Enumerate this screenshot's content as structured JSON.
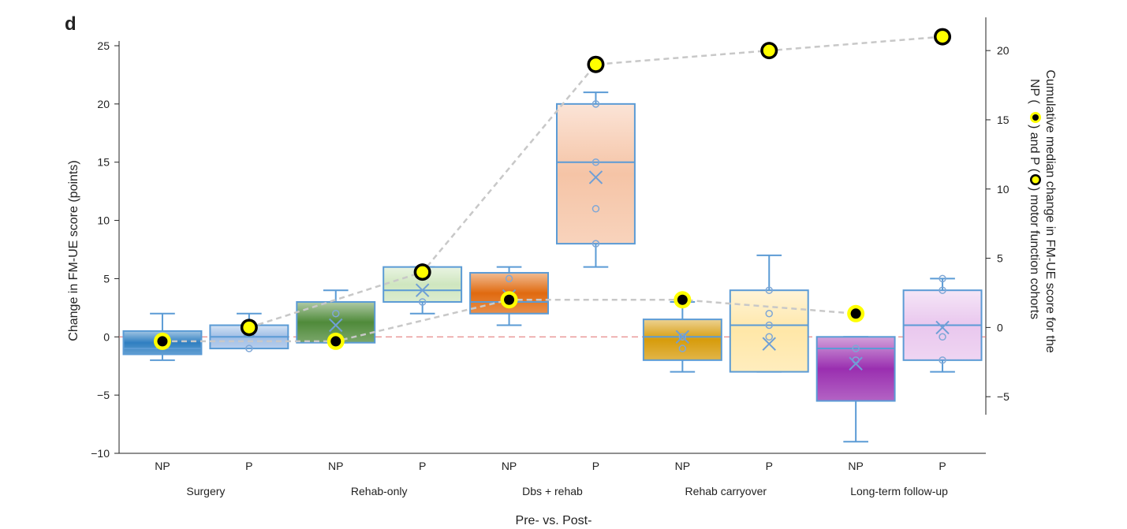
{
  "chart_data": {
    "type": "box",
    "panel_label": "d",
    "xlabel": "Pre- vs. Post-",
    "ylabel": "Change in FM-UE score (points)",
    "y2label_line1": "Cumulative median change in FM-UE score for the",
    "y2label_line2_a": "NP (",
    "y2label_line2_b": ") and P (",
    "y2label_line2_c": ") motor function cohorts",
    "ylim": [
      -10,
      25
    ],
    "yticks": [
      -10,
      -5,
      0,
      5,
      10,
      15,
      20,
      25
    ],
    "y2lim": [
      -6.3,
      22.4
    ],
    "y2ticks": [
      -5,
      0,
      5,
      10,
      15,
      20
    ],
    "reference_line": 0,
    "groups": [
      "Surgery",
      "Rehab-only",
      "Dbs + rehab",
      "Rehab carryover",
      "Long-term follow-up"
    ],
    "boxes": [
      {
        "group": "Surgery",
        "cohort": "NP",
        "whisker_low": -2,
        "q1": -1.5,
        "median": -1,
        "q3": 0.5,
        "whisker_high": 2,
        "mean": -0.5,
        "points": [],
        "color": "#2f7fc1"
      },
      {
        "group": "Surgery",
        "cohort": "P",
        "whisker_low": -1,
        "q1": -1,
        "median": 0,
        "q3": 1,
        "whisker_high": 2,
        "mean": 0.5,
        "points": [
          -1,
          1
        ],
        "color": "#9fbee6"
      },
      {
        "group": "Rehab-only",
        "cohort": "NP",
        "whisker_low": -0.5,
        "q1": -0.5,
        "median": 3,
        "q3": 3,
        "whisker_high": 4,
        "mean": 1,
        "points": [
          2
        ],
        "color": "#4f8a3a"
      },
      {
        "group": "Rehab-only",
        "cohort": "P",
        "whisker_low": 2,
        "q1": 3,
        "median": 4,
        "q3": 6,
        "whisker_high": 6,
        "mean": 4,
        "points": [
          3,
          6
        ],
        "color": "#cfe6bf"
      },
      {
        "group": "Dbs + rehab",
        "cohort": "NP",
        "whisker_low": 1,
        "q1": 2,
        "median": 3,
        "q3": 5.5,
        "whisker_high": 6,
        "mean": 3.5,
        "points": [
          5
        ],
        "color": "#e06a10"
      },
      {
        "group": "Dbs + rehab",
        "cohort": "P",
        "whisker_low": 6,
        "q1": 8,
        "median": 15,
        "q3": 20,
        "whisker_high": 21,
        "mean": 13.7,
        "points": [
          8,
          11,
          15,
          20
        ],
        "color": "#f5c4a6"
      },
      {
        "group": "Rehab carryover",
        "cohort": "NP",
        "whisker_low": -3,
        "q1": -2,
        "median": 0,
        "q3": 1.5,
        "whisker_high": 3,
        "mean": 0,
        "points": [
          -1,
          0
        ],
        "color": "#d79c0c"
      },
      {
        "group": "Rehab carryover",
        "cohort": "P",
        "whisker_low": -3,
        "q1": -3,
        "median": 1,
        "q3": 4,
        "whisker_high": 7,
        "mean": -0.6,
        "points": [
          0,
          1,
          2,
          4
        ],
        "color": "#ffe7a8"
      },
      {
        "group": "Long-term follow-up",
        "cohort": "NP",
        "whisker_low": -9,
        "q1": -5.5,
        "median": -1,
        "q3": 0,
        "whisker_high": 0,
        "mean": -2.3,
        "points": [
          -1,
          -2
        ],
        "color": "#9a2fb0"
      },
      {
        "group": "Long-term follow-up",
        "cohort": "P",
        "whisker_low": -3,
        "q1": -2,
        "median": 1,
        "q3": 4,
        "whisker_high": 5,
        "mean": 0.8,
        "points": [
          -2,
          0,
          4,
          5
        ],
        "color": "#e9c7ee"
      }
    ],
    "series": [
      {
        "cohort": "NP",
        "marker": "black-dot-yellow-ring",
        "values": [
          -1,
          -1,
          2,
          2,
          1
        ]
      },
      {
        "cohort": "P",
        "marker": "yellow-dot-black-ring",
        "values": [
          0,
          4,
          19,
          20,
          21
        ]
      }
    ]
  }
}
